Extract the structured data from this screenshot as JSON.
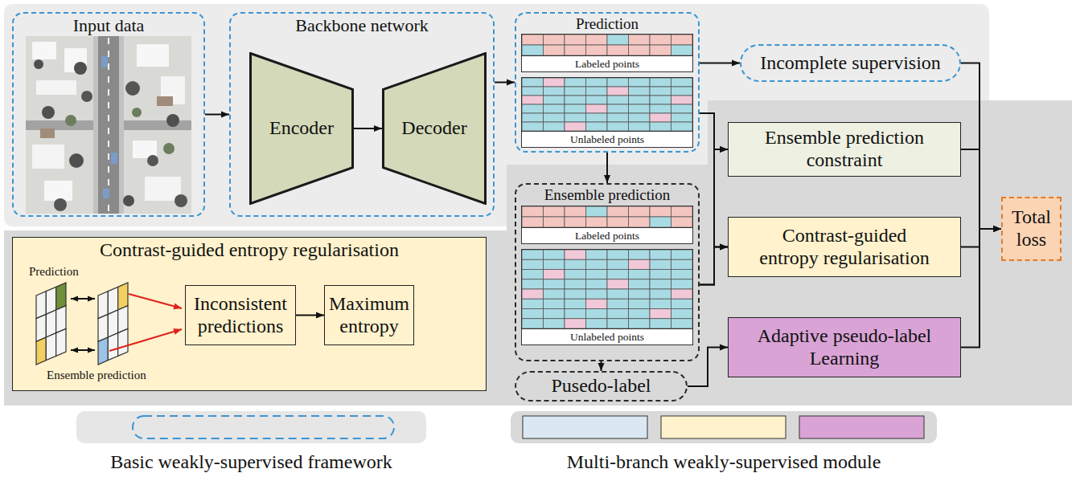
{
  "diagram": {
    "nodes": [
      {
        "text": [
          "Input data"
        ]
      },
      {
        "text": [
          "Backbone network"
        ]
      },
      {
        "text": [
          "Encoder"
        ],
        "in": 1
      },
      {
        "text": [
          "Decoder"
        ],
        "in": 1
      },
      {
        "text": [
          "Prediction"
        ]
      },
      {
        "text": [
          "Labeled points"
        ],
        "in": 4
      },
      {
        "text": [
          "Unlabeled points"
        ],
        "in": 4
      },
      {
        "text": [
          "Incomplete supervision"
        ]
      },
      {
        "text": [
          "Ensemble prediction constraint"
        ]
      },
      {
        "text": [
          "Ensemble prediction"
        ]
      },
      {
        "text": [
          "Labeled points"
        ],
        "in": 9
      },
      {
        "text": [
          "Unlabeled points"
        ],
        "in": 9
      },
      {
        "text": [
          "Contrast-guided entropy regularisation"
        ]
      },
      {
        "text": [
          "Adaptive pseudo-label Learning"
        ]
      },
      {
        "text": [
          "Pusedo-label"
        ]
      },
      {
        "text": [
          "Total loss"
        ]
      },
      {
        "text": [
          "Contrast-guided entropy regularisation"
        ]
      },
      {
        "text": [
          "Inconsistent predictions"
        ],
        "in": 16
      },
      {
        "text": [
          "Maximum entropy"
        ],
        "in": 16
      }
    ],
    "edges": [
      {
        "from": 0,
        "to": 1,
        "arrow": "to"
      },
      {
        "from": 2,
        "to": 3,
        "arrow": "to"
      },
      {
        "from": 1,
        "to": 4,
        "arrow": "to"
      },
      {
        "from": 4,
        "to": 7,
        "arrow": "to"
      },
      {
        "from": 4,
        "to": 9,
        "arrow": "to"
      },
      {
        "from": 4,
        "to": 8,
        "arrow": "to"
      },
      {
        "from": 4,
        "to": 12,
        "arrow": "to"
      },
      {
        "from": 9,
        "to": 8,
        "arrow": "to"
      },
      {
        "from": 9,
        "to": 12,
        "arrow": "to"
      },
      {
        "from": 9,
        "to": 14,
        "arrow": "to"
      },
      {
        "from": 14,
        "to": 13,
        "arrow": "to"
      },
      {
        "from": 7,
        "to": 15,
        "arrow": "to"
      },
      {
        "from": 8,
        "to": 15,
        "arrow": "to"
      },
      {
        "from": 12,
        "to": 15,
        "arrow": "to"
      },
      {
        "from": 13,
        "to": 15,
        "arrow": "to"
      },
      {
        "from": 17,
        "to": 18,
        "arrow": "to"
      }
    ],
    "labels": [
      "Prediction",
      "Ensemble prediction"
    ],
    "legend": [
      {
        "text": "Basic weakly-supervised framework"
      },
      {
        "text": "Multi-branch weakly-supervised module"
      }
    ]
  }
}
